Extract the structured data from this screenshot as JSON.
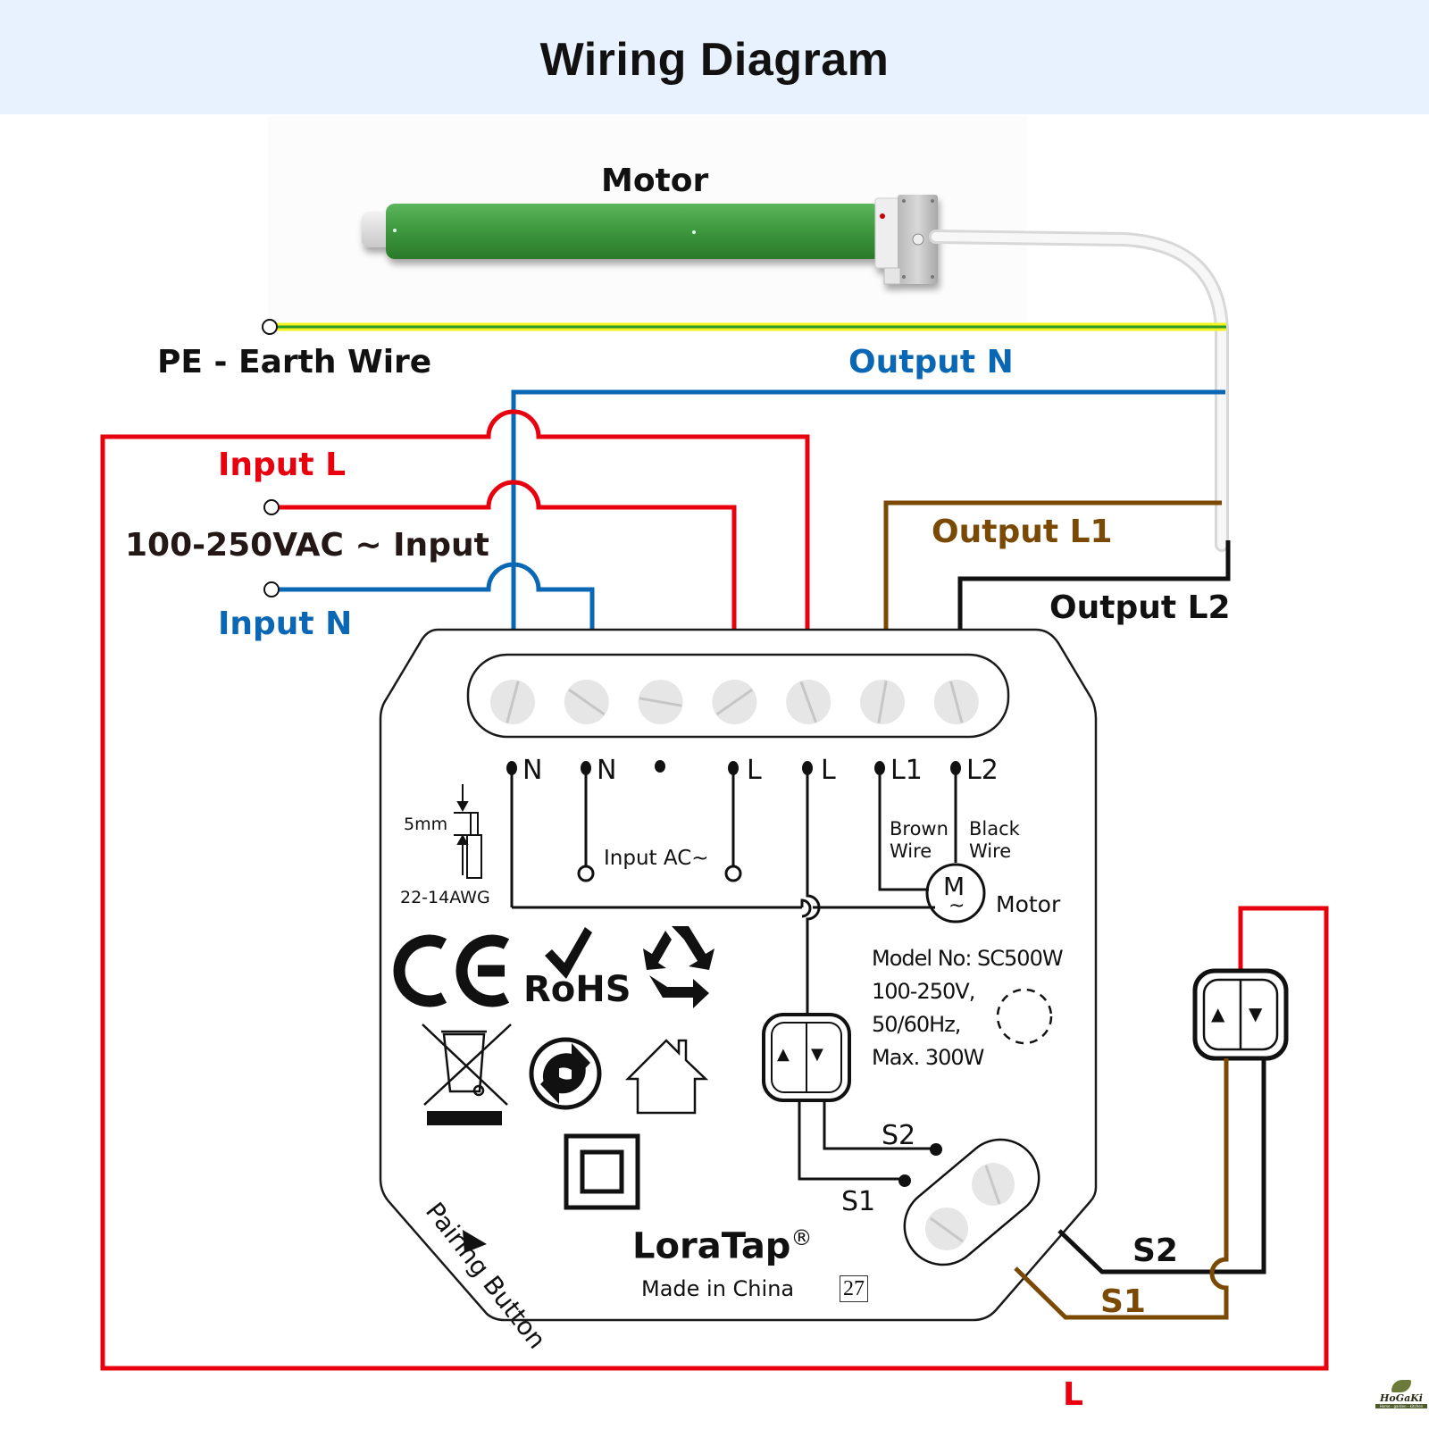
{
  "header": {
    "title": "Wiring Diagram"
  },
  "colors": {
    "header_bg": "#e8f2fe",
    "live_red": "#e8000f",
    "neutral_blue": "#0a67b4",
    "brown": "#7a4a05",
    "black": "#111111",
    "earth_green": "#2e9a2e",
    "earth_yellow": "#f4f41a",
    "motor_green": "#3f9a3f"
  },
  "motor": {
    "label": "Motor"
  },
  "wires": {
    "pe_earth": "PE - Earth Wire",
    "output_n": "Output N",
    "input_l": "Input L",
    "input_voltage": "100-250VAC ~ Input",
    "input_n": "Input N",
    "output_l1": "Output L1",
    "output_l2": "Output L2",
    "s1": "S1",
    "s2": "S2",
    "live_return": "L"
  },
  "device": {
    "terminals": [
      "N",
      "N",
      "",
      "L",
      "L",
      "L1",
      "L2"
    ],
    "strip_length": "5mm",
    "wire_gauge": "22-14AWG",
    "input_ac": "Input  AC~",
    "brown_wire": [
      "Brown",
      "Wire"
    ],
    "black_wire": [
      "Black",
      "Wire"
    ],
    "motor_symbol": "M",
    "motor_tilde": "~",
    "motor_label": "Motor",
    "specs": [
      "Model No: SC500W",
      "100-250V,",
      "50/60Hz,",
      "Max. 300W"
    ],
    "s2_label": "S2",
    "s1_label": "S1",
    "brand": "LoraTap",
    "registered": "®",
    "made_in": "Made in China",
    "code": "27",
    "pairing": "Pairing Button",
    "certifications": [
      "CE",
      "RoHS",
      "recycle",
      "WEEE",
      "green-dot",
      "indoor-use",
      "class-II"
    ]
  },
  "switch": {
    "up": "▲",
    "down": "▼"
  },
  "watermark": {
    "brand": "HoGaKi",
    "tagline": "Home - garden - kitchen"
  }
}
